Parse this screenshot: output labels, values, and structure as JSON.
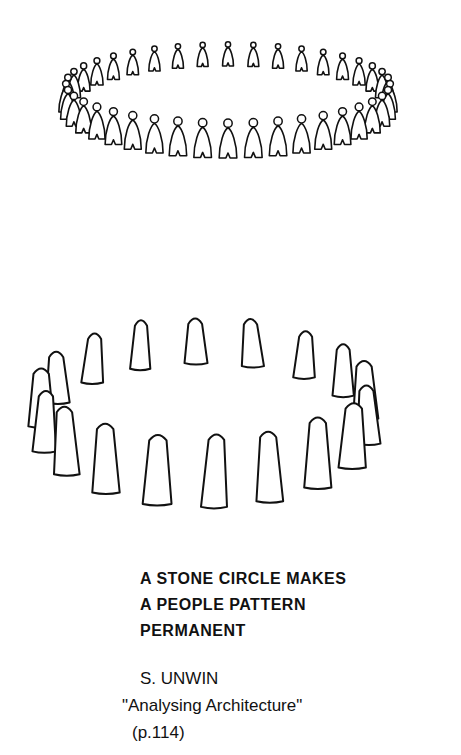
{
  "diagram": {
    "caption": "A STONE CIRCLE MAKES A PEOPLE PATTERN PERMANENT",
    "labels": [
      "S. UNWIN",
      "\"Analysing Architecture\"",
      "(p.114)"
    ]
  }
}
